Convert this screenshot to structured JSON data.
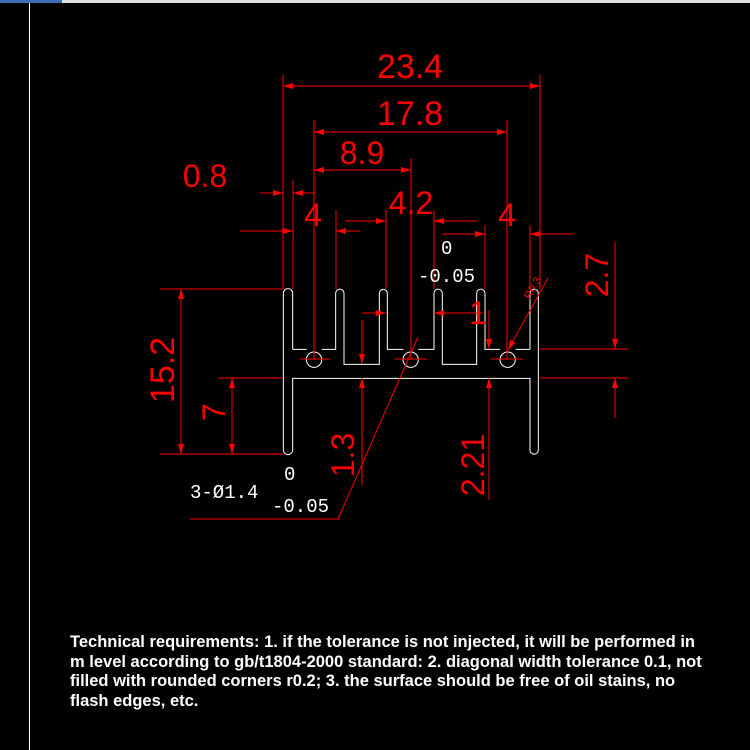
{
  "colors": {
    "dimension": "#ff0000",
    "outline": "#ffffff",
    "background": "#000000"
  },
  "dimensions": {
    "overall_width": "23.4",
    "hole_span": "17.8",
    "half_span": "8.9",
    "fin_thickness": "0.8",
    "left_slot": "4",
    "center_slot": "4.2",
    "right_slot": "4",
    "slot_tol_upper": "0",
    "slot_tol_lower": "-0.05",
    "gap": "1",
    "radius": "R0.3",
    "fin_depth": "2.7",
    "height": "15.2",
    "lower_fin": "7",
    "base": "1.3",
    "hole_height": "2.21"
  },
  "hole_callout": {
    "label": "3-Ø1.4",
    "tol_upper": "0",
    "tol_lower": "-0.05"
  },
  "notes": "Technical requirements: 1. if the tolerance is not injected, it will be performed in m level according to gb/t1804-2000 standard: 2. diagonal width tolerance 0.1, not filled with rounded corners r0.2; 3. the surface should be free of oil stains, no flash edges, etc."
}
